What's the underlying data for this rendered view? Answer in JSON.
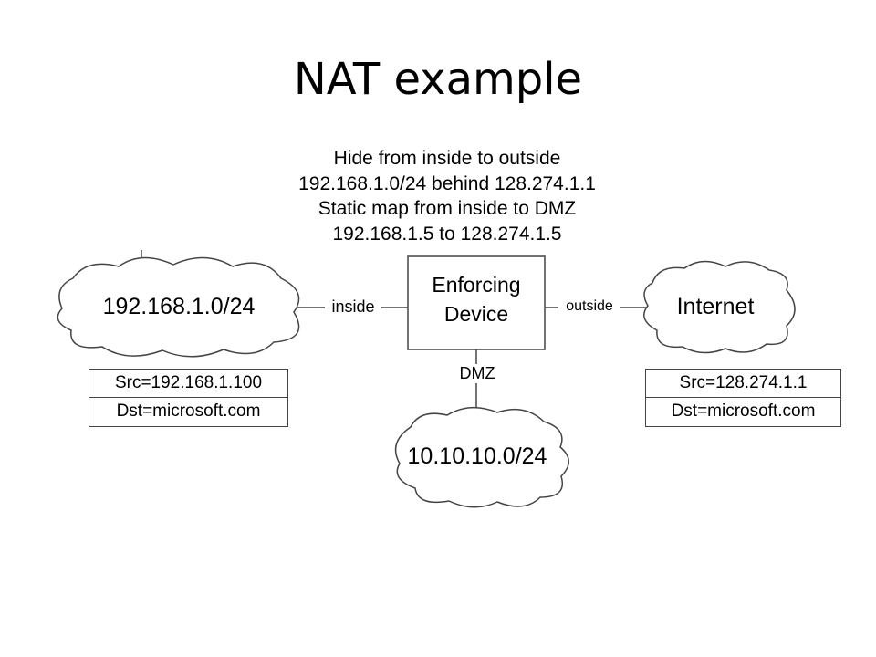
{
  "title": "NAT example",
  "rules": [
    "Hide from inside to outside",
    "192.168.1.0/24 behind 128.274.1.1",
    "Static map from inside to DMZ",
    "192.168.1.5 to 128.274.1.5"
  ],
  "device": {
    "line1": "Enforcing",
    "line2": "Device"
  },
  "networks": {
    "inside": "192.168.1.0/24",
    "internet": "Internet",
    "dmz": "10.10.10.0/24"
  },
  "links": {
    "inside": "inside",
    "outside": "outside",
    "dmz": "DMZ"
  },
  "packets": {
    "inside": {
      "src": "Src=192.168.1.100",
      "dst": "Dst=microsoft.com"
    },
    "outside": {
      "src": "Src=128.274.1.1",
      "dst": "Dst=microsoft.com"
    }
  },
  "colors": {
    "line": "#444444",
    "text": "#000000",
    "background": "#ffffff"
  }
}
